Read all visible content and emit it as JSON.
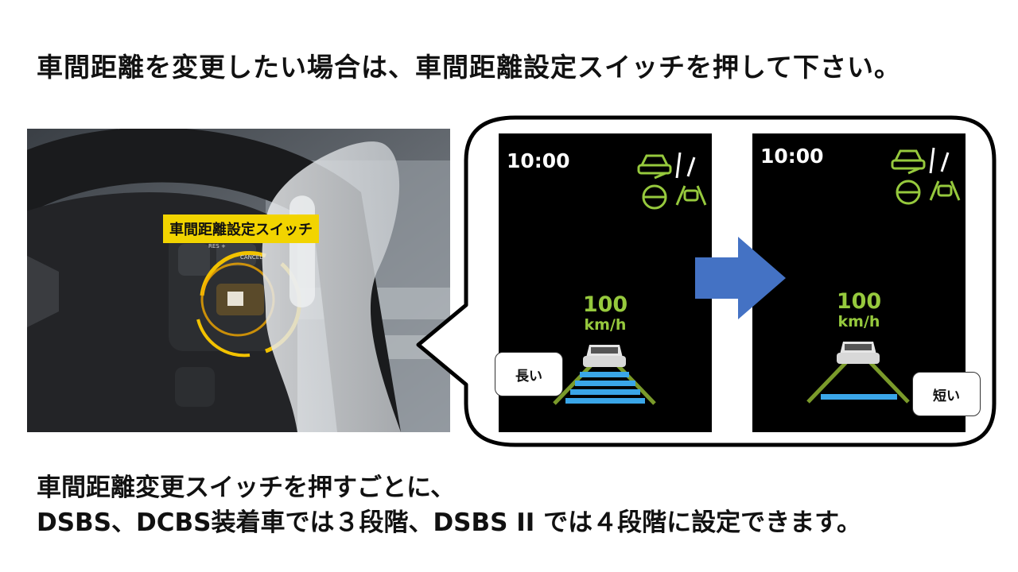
{
  "heading": "車間距離を変更したい場合は、車間距離設定スイッチを押して下さい。",
  "photo": {
    "switch_label": "車間距離設定スイッチ",
    "res_label": "RES +",
    "cancel_label": "CANCEL"
  },
  "screens": [
    {
      "clock": "10:00",
      "speed": "100",
      "unit": "km/h",
      "callout": "長い"
    },
    {
      "clock": "10:00",
      "speed": "100",
      "unit": "km/h",
      "callout": "短い"
    }
  ],
  "footer": {
    "line1": "車間距離変更スイッチを押すごとに、",
    "line2": "DSBS、DCBS装着車では３段階、DSBS II では４段階に設定できます。"
  },
  "colors": {
    "indicator_green": "#96c93d",
    "distance_blue": "#3aa6e8",
    "arrow_blue": "#4472c4",
    "switch_yellow": "#f2d400"
  }
}
